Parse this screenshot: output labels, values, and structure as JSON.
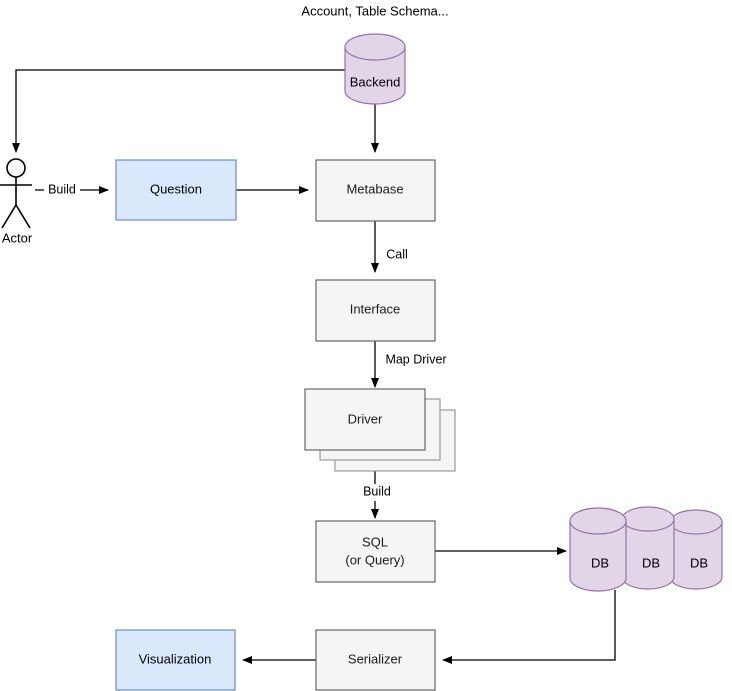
{
  "diagram": {
    "title_caption": "Account, Table Schema...",
    "nodes": {
      "backend": {
        "label": "Backend",
        "shape": "cylinder",
        "fill": "#e1d5e7",
        "stroke": "#9673a6"
      },
      "actor": {
        "label": "Actor",
        "shape": "stick-figure"
      },
      "question": {
        "label": "Question",
        "shape": "rectangle",
        "fill": "#dae8fc",
        "stroke": "#6c8ebf"
      },
      "metabase": {
        "label": "Metabase",
        "shape": "rectangle",
        "fill": "#f5f5f5",
        "stroke": "#666666"
      },
      "interface": {
        "label": "Interface",
        "shape": "rectangle",
        "fill": "#f5f5f5",
        "stroke": "#666666"
      },
      "driver": {
        "label": "Driver",
        "shape": "stacked-rectangle",
        "fill": "#f5f5f5",
        "stroke": "#666666"
      },
      "sql": {
        "label_line1": "SQL",
        "label_line2": "(or Query)",
        "shape": "rectangle",
        "fill": "#f5f5f5",
        "stroke": "#666666"
      },
      "db1": {
        "label": "DB",
        "shape": "cylinder",
        "fill": "#e1d5e7",
        "stroke": "#9673a6"
      },
      "db2": {
        "label": "DB",
        "shape": "cylinder",
        "fill": "#e1d5e7",
        "stroke": "#9673a6"
      },
      "db3": {
        "label": "DB",
        "shape": "cylinder",
        "fill": "#e1d5e7",
        "stroke": "#9673a6"
      },
      "serializer": {
        "label": "Serializer",
        "shape": "rectangle",
        "fill": "#f5f5f5",
        "stroke": "#666666"
      },
      "visualization": {
        "label": "Visualization",
        "shape": "rectangle",
        "fill": "#dae8fc",
        "stroke": "#6c8ebf"
      }
    },
    "edges": [
      {
        "from": "backend",
        "to": "actor",
        "label": ""
      },
      {
        "from": "backend",
        "to": "metabase",
        "label": ""
      },
      {
        "from": "actor",
        "to": "question",
        "label": "Build"
      },
      {
        "from": "question",
        "to": "metabase",
        "label": ""
      },
      {
        "from": "metabase",
        "to": "interface",
        "label": "Call"
      },
      {
        "from": "interface",
        "to": "driver",
        "label": "Map Driver"
      },
      {
        "from": "driver",
        "to": "sql",
        "label": "Build"
      },
      {
        "from": "sql",
        "to": "db1",
        "label": ""
      },
      {
        "from": "db1",
        "to": "serializer",
        "label": ""
      },
      {
        "from": "serializer",
        "to": "visualization",
        "label": ""
      }
    ],
    "edge_labels": {
      "build_actor": "Build",
      "call": "Call",
      "map_driver": "Map Driver",
      "build_sql": "Build"
    }
  }
}
